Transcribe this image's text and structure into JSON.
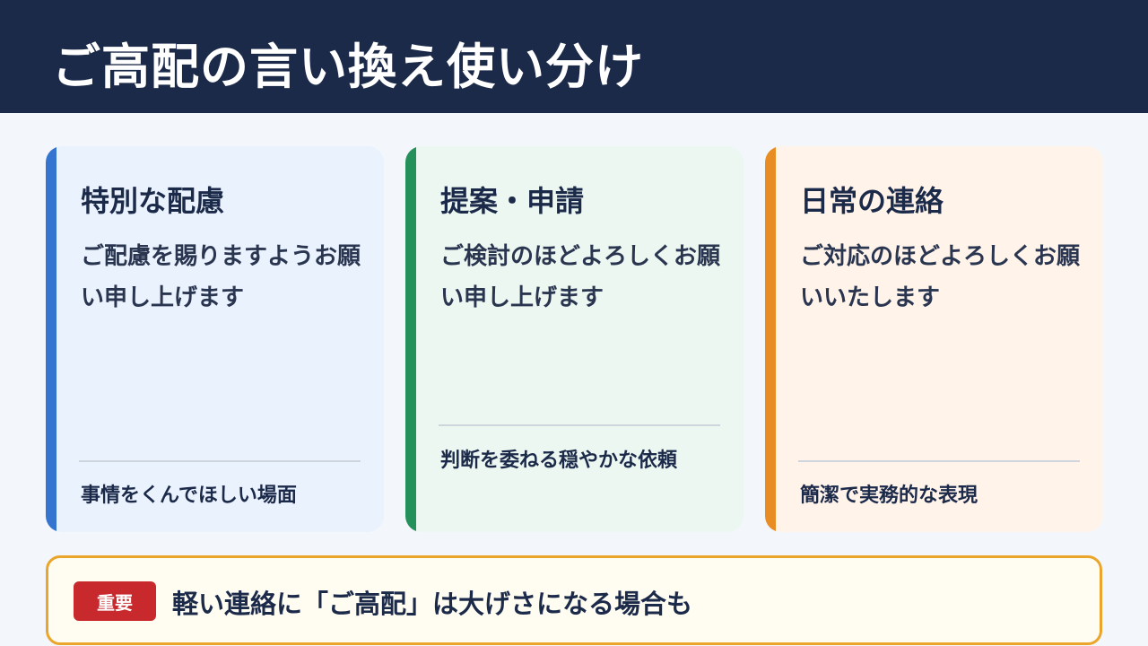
{
  "header": {
    "title": "ご高配の言い換え使い分け"
  },
  "cards": [
    {
      "title": "特別な配慮",
      "phrase": "ご配慮を賜りますようお願い申し上げます",
      "note": "事情をくんでほしい場面",
      "color": "#3575cf"
    },
    {
      "title": "提案・申請",
      "phrase": "ご検討のほどよろしくお願い申し上げます",
      "note": "判断を委ねる穏やかな依頼",
      "color": "#24905a"
    },
    {
      "title": "日常の連絡",
      "phrase": "ご対応のほどよろしくお願いいたします",
      "note": "簡潔で実務的な表現",
      "color": "#e88c24"
    }
  ],
  "banner": {
    "badge": "重要",
    "text": "軽い連絡に「ご高配」は大げさになる場合も"
  }
}
